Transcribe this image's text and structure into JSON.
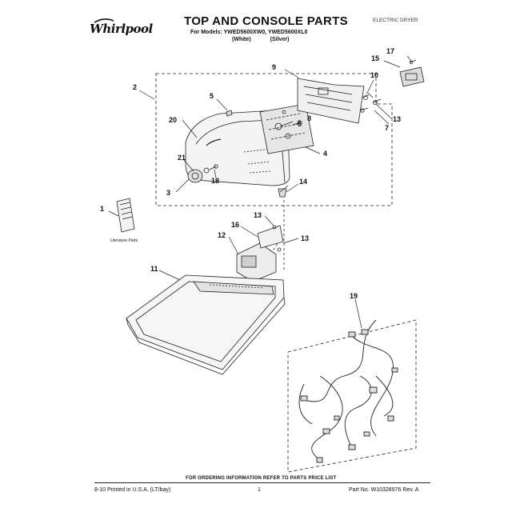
{
  "header": {
    "brand": "Whirlpool",
    "title": "TOP AND CONSOLE PARTS",
    "models_line": "For Models: YWED5600XW0, YWED5600XL0",
    "color_white": "(White)",
    "color_silver": "(Silver)",
    "product_type": "ELECTRIC DRYER"
  },
  "diagram": {
    "literature_label": "Literature Parts",
    "callouts": {
      "c1": "1",
      "c2": "2",
      "c3": "3",
      "c4": "4",
      "c5": "5",
      "c6": "6",
      "c7": "7",
      "c8": "8",
      "c9": "9",
      "c10": "10",
      "c11": "11",
      "c12": "12",
      "c13a": "13",
      "c13b": "13",
      "c13c": "13",
      "c14": "14",
      "c15": "15",
      "c16": "16",
      "c17": "17",
      "c18": "18",
      "c19": "19",
      "c20": "20",
      "c21": "21"
    }
  },
  "footer": {
    "ordering_note": "FOR ORDERING INFORMATION REFER TO PARTS PRICE LIST",
    "printed": "8-10 Printed in U.S.A. (LT/bay)",
    "page": "1",
    "part_no": "Part No. W10328976 Rev. A"
  }
}
